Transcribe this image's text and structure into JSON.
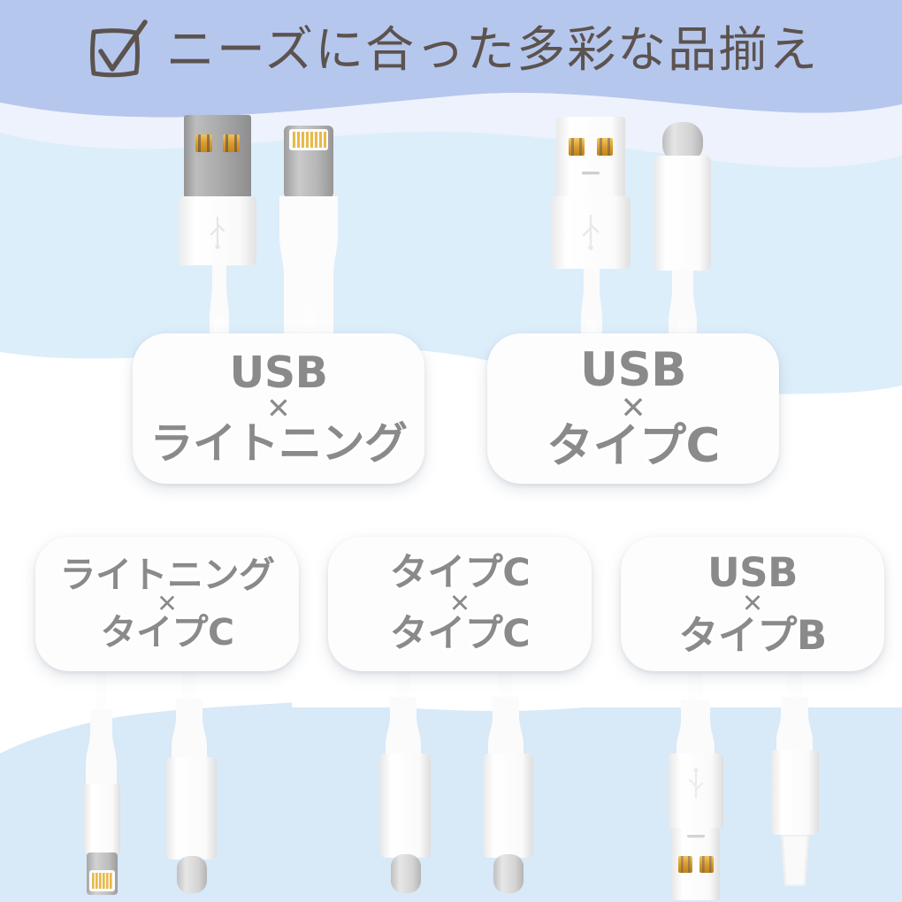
{
  "header": {
    "icon": "checkbox-checked-icon",
    "title": "ニーズに合った多彩な品揃え",
    "text_color": "#5c534f",
    "band_color": "#b6c7ee"
  },
  "theme": {
    "background_top": "#b6c7ee",
    "wave_pale": "#eef2fc",
    "wave_light_blue": "#ddeefb",
    "wave_white": "#ffffff",
    "pill_background": "#fdfdfd",
    "pill_text": "#8a8a8a",
    "pill_text_outline": "#ffffff",
    "connector_metal": "#a9a9a9",
    "connector_gold": "#e8a63c",
    "cable_white": "#ffffff"
  },
  "products": [
    {
      "id": "usb-lightning",
      "label_lines": [
        "USB",
        "ライトニング"
      ],
      "separator": "✕",
      "connectors": [
        "usb-a-connector",
        "lightning-connector"
      ],
      "row": 1
    },
    {
      "id": "usb-typec",
      "label_lines": [
        "USB",
        "タイプC"
      ],
      "separator": "✕",
      "connectors": [
        "usb-a-connector",
        "usb-c-connector"
      ],
      "row": 1
    },
    {
      "id": "lightning-typec",
      "label_lines": [
        "ライトニング",
        "タイプC"
      ],
      "separator": "✕",
      "connectors": [
        "lightning-connector",
        "usb-c-connector"
      ],
      "row": 2
    },
    {
      "id": "typec-typec",
      "label_lines": [
        "タイプC",
        "タイプC"
      ],
      "separator": "✕",
      "connectors": [
        "usb-c-connector",
        "usb-c-connector"
      ],
      "row": 2
    },
    {
      "id": "usb-typeb",
      "label_lines": [
        "USB",
        "タイプB"
      ],
      "separator": "✕",
      "connectors": [
        "usb-a-connector",
        "type-b-connector"
      ],
      "row": 2
    }
  ]
}
